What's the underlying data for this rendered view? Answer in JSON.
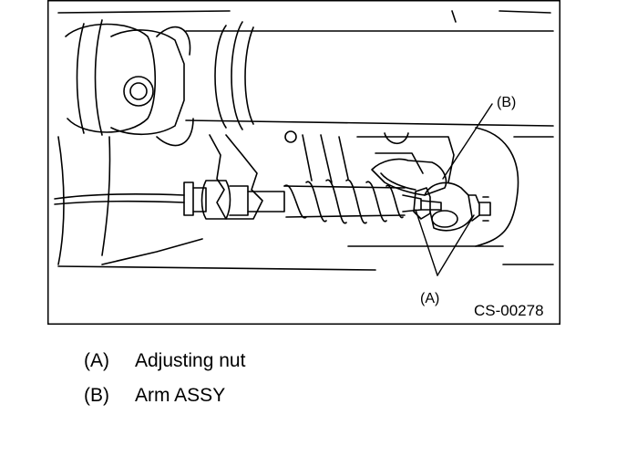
{
  "figure": {
    "code": "CS-00278",
    "callouts": [
      {
        "key": "(B)"
      },
      {
        "key": "(A)"
      }
    ]
  },
  "legend": [
    {
      "key": "(A)",
      "text": "Adjusting nut"
    },
    {
      "key": "(B)",
      "text": "Arm ASSY"
    }
  ]
}
